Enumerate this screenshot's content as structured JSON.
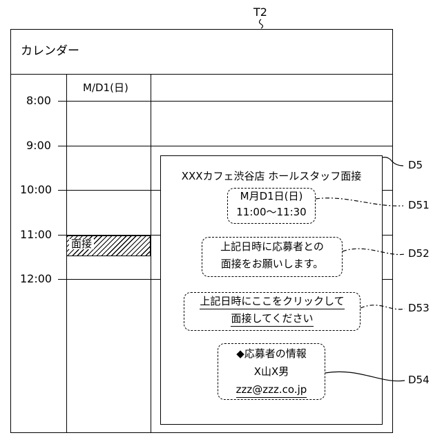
{
  "figure_label": "T2",
  "calendar": {
    "title": "カレンダー",
    "day_header": "M/D1(日)",
    "times": [
      "8:00",
      "9:00",
      "10:00",
      "11:00",
      "12:00"
    ],
    "event_label": "面接"
  },
  "popup": {
    "ref": "D5",
    "title": "XXXカフェ渋谷店 ホールスタッフ面接",
    "datetime": {
      "ref": "D51",
      "line1": "M月D1日(日)",
      "line2": "11:00〜11:30"
    },
    "request": {
      "ref": "D52",
      "line1": "上記日時に応募者との",
      "line2": "面接をお願いします。"
    },
    "link": {
      "ref": "D53",
      "line1": "上記日時にここをクリックして",
      "line2": "面接してください"
    },
    "applicant": {
      "ref": "D54",
      "heading": "◆応募者の情報",
      "name": "X山X男",
      "email": "zzz@zzz.co.jp"
    }
  }
}
